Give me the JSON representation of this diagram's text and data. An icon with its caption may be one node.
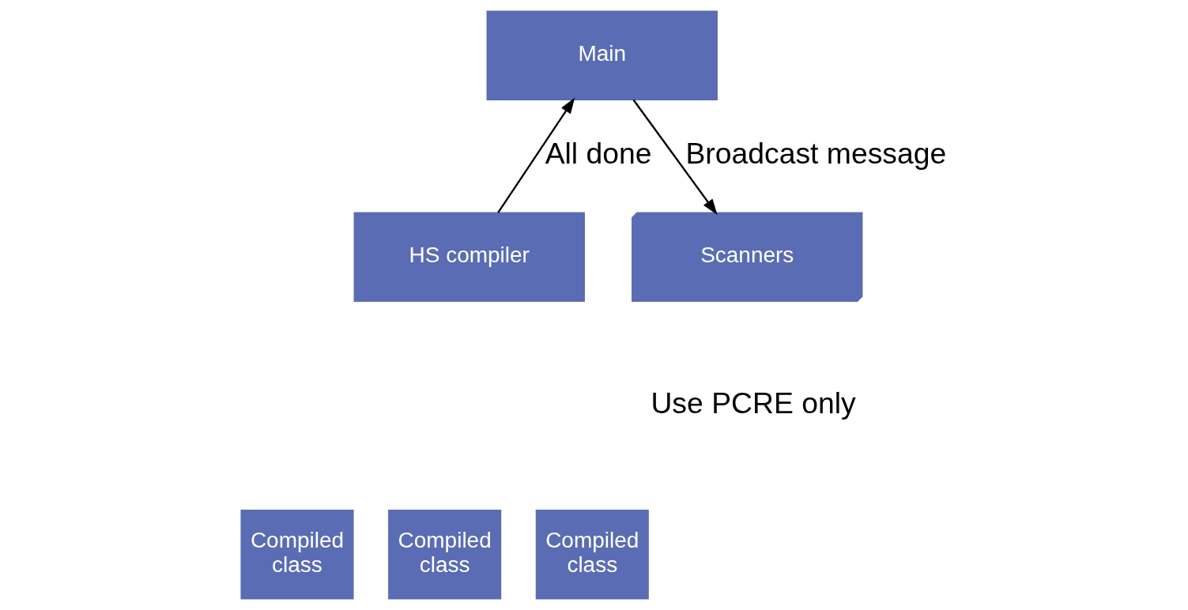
{
  "diagram": {
    "nodes": [
      {
        "text": [
          "Main"
        ]
      },
      {
        "text": [
          "HS compiler"
        ]
      },
      {
        "text": [
          "Scanners"
        ],
        "beside": [
          "Use PCRE only"
        ]
      },
      {
        "text": [
          "Compiled class"
        ]
      },
      {
        "text": [
          "Compiled class"
        ]
      },
      {
        "text": [
          "Compiled class"
        ]
      }
    ],
    "edges": [
      {
        "from": 1,
        "to": 0,
        "arrow": "to",
        "label": "All done"
      },
      {
        "from": 0,
        "to": 2,
        "arrow": "to",
        "label": "Broadcast message"
      }
    ]
  }
}
